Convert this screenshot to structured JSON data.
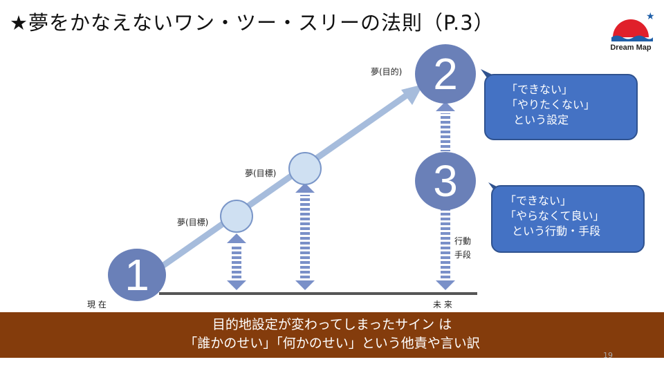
{
  "title": "★夢をかなえないワン・ツー・スリーの法則（P.3）",
  "logo": {
    "text": "Dream Map"
  },
  "labels": {
    "dream_goal": "夢(目的)",
    "dream_target1": "夢(目標)",
    "dream_target2": "夢(目標)",
    "now": "現 在",
    "future": "未 来",
    "action1": "行動",
    "action2": "手段"
  },
  "circles": {
    "one": "1",
    "two": "2",
    "three": "3"
  },
  "bubble2": {
    "line1": "「できない」",
    "line2": "「やりたくない」",
    "line3": "  という設定"
  },
  "bubble3": {
    "line1": "「できない」",
    "line2": "「やらなくて良い」",
    "line3": "  という行動・手段"
  },
  "banner": {
    "line1": "目的地設定が変わってしまったサイン は",
    "line2": "「誰かのせい」「何かのせい」という他責や言い訳"
  },
  "page_number": "19",
  "colors": {
    "circle": "#6a80b8",
    "bubble": "#4472c4",
    "banner": "#843c0c"
  }
}
